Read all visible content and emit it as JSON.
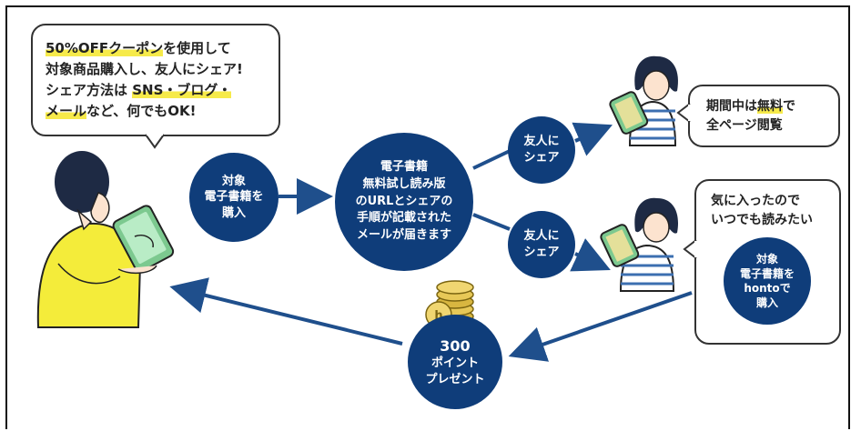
{
  "main_bubble": {
    "line1_highlight": "50%OFFクーポン",
    "line1_rest": "を使用して",
    "line2": "対象商品購入し、友人にシェア!",
    "line3_prefix": "シェア方法は ",
    "line3_highlight": "SNS・ブログ・",
    "line4_highlight": "メール",
    "line4_rest": "など、何でもOK!"
  },
  "step_buy": {
    "line1": "対象",
    "line2": "電子書籍を",
    "line3": "購入"
  },
  "step_mail": {
    "line1": "電子書籍",
    "line2": "無料試し読み版",
    "line3": "のURLとシェアの",
    "line4": "手順が記載された",
    "line5": "メールが届きます"
  },
  "share_top": {
    "line1": "友人に",
    "line2": "シェア"
  },
  "share_bottom": {
    "line1": "友人に",
    "line2": "シェア"
  },
  "free_bubble": {
    "line1_prefix": "期間中は",
    "line1_highlight": "無料",
    "line1_suffix": "で",
    "line2": "全ページ閲覧"
  },
  "buy_bubble": {
    "line1": "気に入ったので",
    "line2": "いつでも読みたい",
    "circle_line1": "対象",
    "circle_line2": "電子書籍を",
    "circle_line3": "hontoで",
    "circle_line4": "購入"
  },
  "points": {
    "line1": "300",
    "line2": "ポイント",
    "line3": "プレゼント",
    "coin_letter": "h"
  },
  "colors": {
    "navy": "#0f3d7a",
    "arrow": "#1f4f8c",
    "yellow": "#f6ea4a",
    "shirt": "#f4ec3a",
    "tablet": "#7cc98f",
    "stripe": "#3c6fb0",
    "coin": "#d8b640"
  }
}
